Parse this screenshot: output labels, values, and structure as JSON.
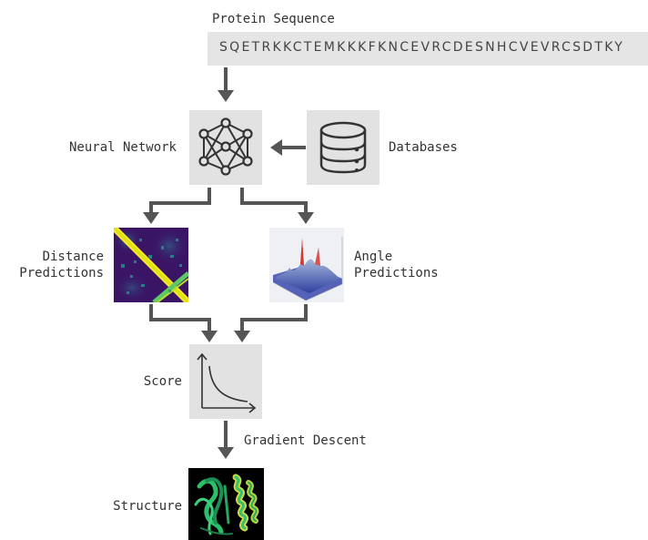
{
  "title": "Protein Sequence",
  "sequence": "SQETRKKCTEMKKKFKNCEVRCDESNHCVEVRCSDTKY",
  "nodes": {
    "neural_network": "Neural Network",
    "databases": "Databases",
    "distance_line1": "Distance",
    "distance_line2": "Predictions",
    "angle_line1": "Angle",
    "angle_line2": "Predictions",
    "score": "Score",
    "gradient_descent": "Gradient Descent",
    "structure": "Structure"
  },
  "icons": {
    "neural_network": "neural-network-icon",
    "databases": "database-icon",
    "score": "decay-curve-icon"
  },
  "colors": {
    "arrow": "#555555",
    "box": "#e2e2e2",
    "sequence_bg": "#e5e5e5",
    "text": "#333333"
  }
}
